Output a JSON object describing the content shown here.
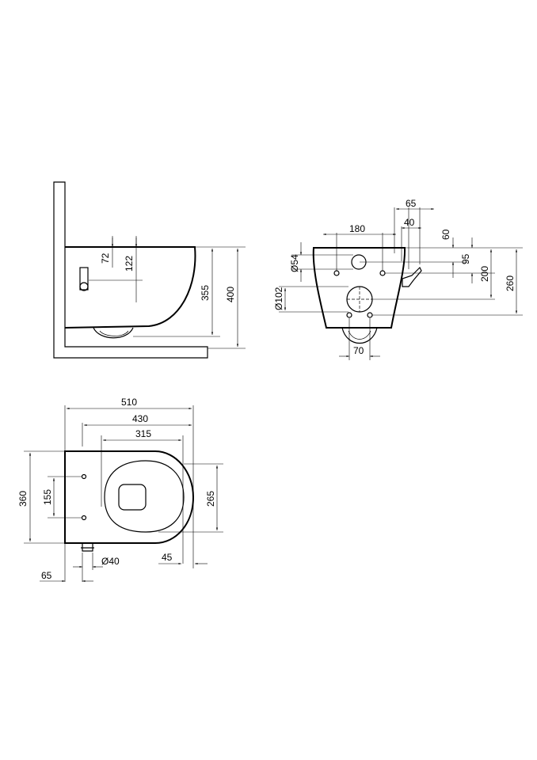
{
  "side_view": {
    "dim_72": "72",
    "dim_122": "122",
    "dim_355": "355",
    "dim_400": "400"
  },
  "rear_view": {
    "dim_65": "65",
    "dim_180": "180",
    "dim_40": "40",
    "dim_60": "60",
    "dim_d54": "Ø54",
    "dim_95": "95",
    "dim_200": "200",
    "dim_260": "260",
    "dim_d102": "Ø102",
    "dim_70": "70"
  },
  "top_view": {
    "dim_510": "510",
    "dim_430": "430",
    "dim_315": "315",
    "dim_360": "360",
    "dim_155": "155",
    "dim_265": "265",
    "dim_45": "45",
    "dim_d40": "Ø40",
    "dim_65": "65"
  }
}
